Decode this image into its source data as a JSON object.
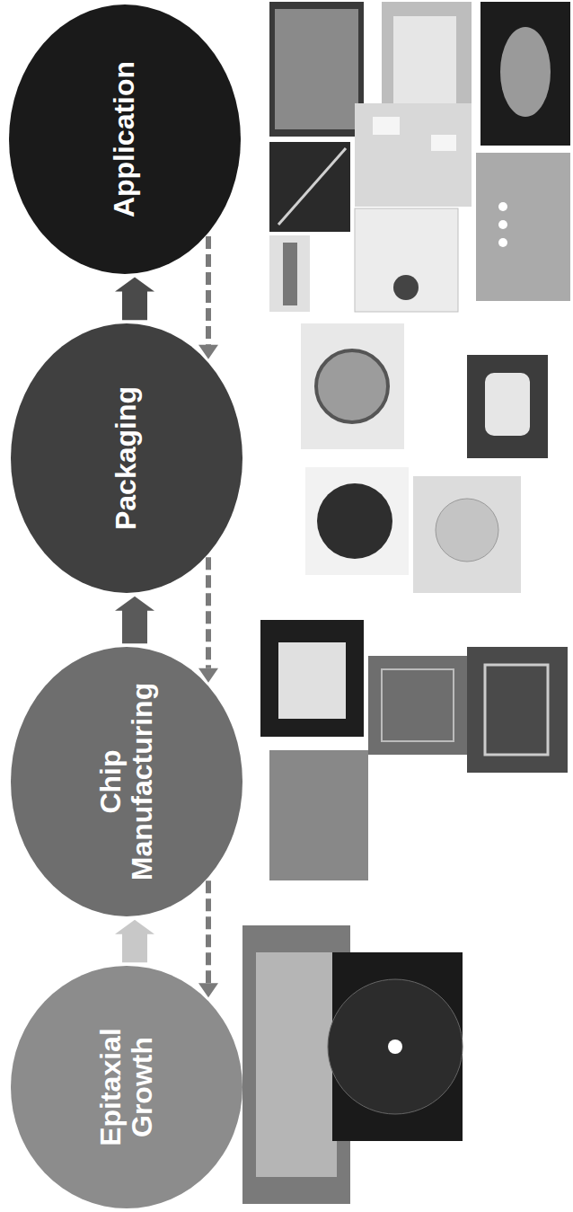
{
  "diagram": {
    "nodes": [
      {
        "text": [
          "Epitaxial Growth"
        ]
      },
      {
        "text": [
          "Chip Manufacturing"
        ]
      },
      {
        "text": [
          "Packaging"
        ]
      },
      {
        "text": [
          "Application"
        ]
      }
    ],
    "edges": [
      {
        "from": 0,
        "to": 1,
        "arrow": "to"
      },
      {
        "from": 1,
        "to": 2,
        "arrow": "to"
      },
      {
        "from": 2,
        "to": 3,
        "arrow": "to"
      },
      {
        "from": 3,
        "to": 2,
        "arrow": "to"
      },
      {
        "from": 2,
        "to": 1,
        "arrow": "to"
      },
      {
        "from": 1,
        "to": 0,
        "arrow": "to"
      }
    ]
  }
}
